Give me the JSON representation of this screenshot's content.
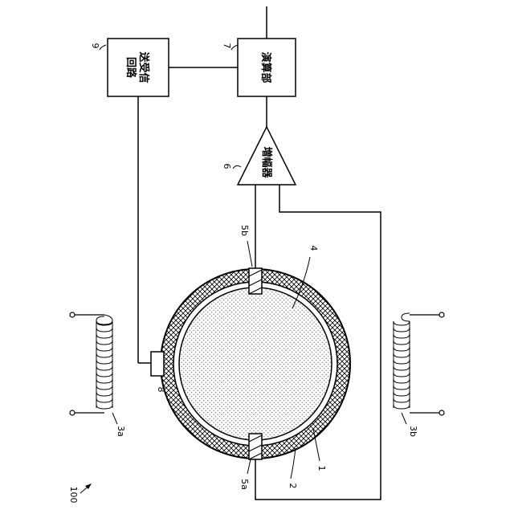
{
  "figure_label": "100",
  "components": {
    "transmission_circuit": {
      "ref": "9",
      "line1": "送受信",
      "line2": "回路"
    },
    "computing_unit": {
      "ref": "7",
      "text": "演算部"
    },
    "amplifier": {
      "ref": "6",
      "text": "増幅器"
    },
    "electrode_a": {
      "ref": "5a"
    },
    "electrode_b": {
      "ref": "5b"
    },
    "sensor_pad": {
      "ref": "8"
    },
    "pipe_outer": {
      "ref": "1"
    },
    "pipe_liner": {
      "ref": "2"
    },
    "fluid": {
      "ref": "4"
    },
    "coil_a": {
      "ref": "3a"
    },
    "coil_b": {
      "ref": "3b"
    }
  }
}
